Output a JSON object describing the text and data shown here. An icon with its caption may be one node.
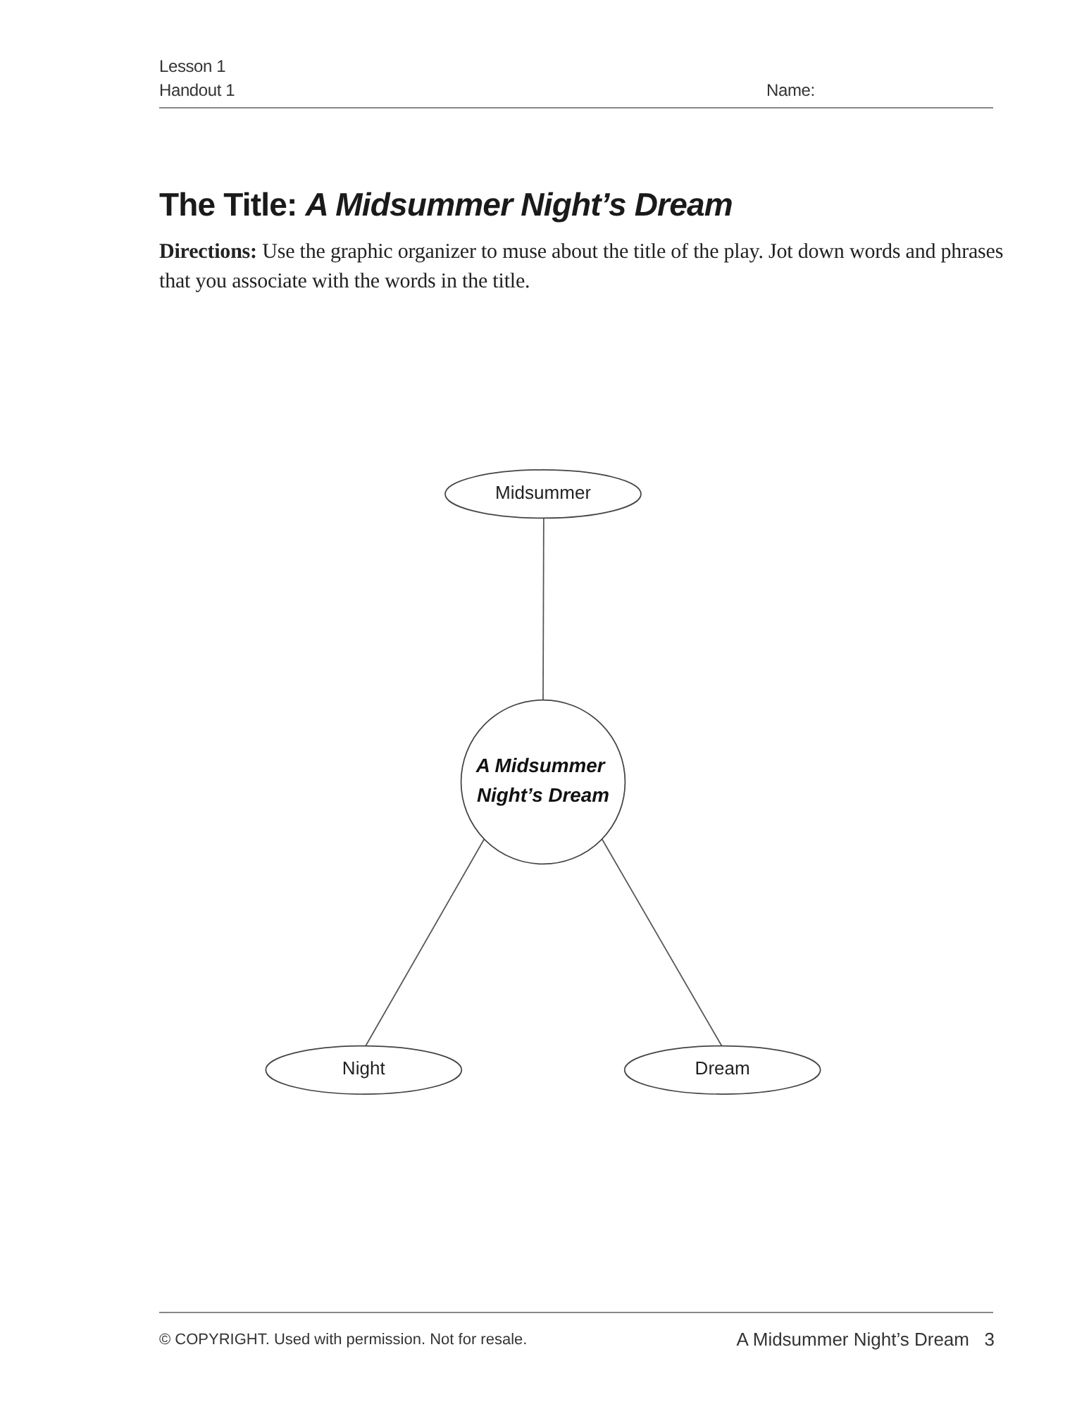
{
  "diagram": {
    "title": "The Title: *A Midsummer Night’s Dream*",
    "nodes": [
      {
        "text": [
          "Midsummer"
        ]
      },
      {
        "text": [
          "A Midsummer Night’s Dream"
        ]
      },
      {
        "text": [
          "Night"
        ]
      },
      {
        "text": [
          "Dream"
        ]
      }
    ],
    "edges": [
      {
        "from": 0,
        "to": 1,
        "arrow": "none"
      },
      {
        "from": 1,
        "to": 2,
        "arrow": "none"
      },
      {
        "from": 1,
        "to": 3,
        "arrow": "none"
      }
    ],
    "labels": [
      "Lesson 1",
      "Handout 1",
      "Name:",
      "**Directions:** Use the graphic organizer to muse about the title of the play. Jot down words and phrases that you associate with the words in the title.",
      "© COPYRIGHT. Used with permission. Not for resale.",
      "A Midsummer Night’s Dream",
      "3"
    ]
  }
}
